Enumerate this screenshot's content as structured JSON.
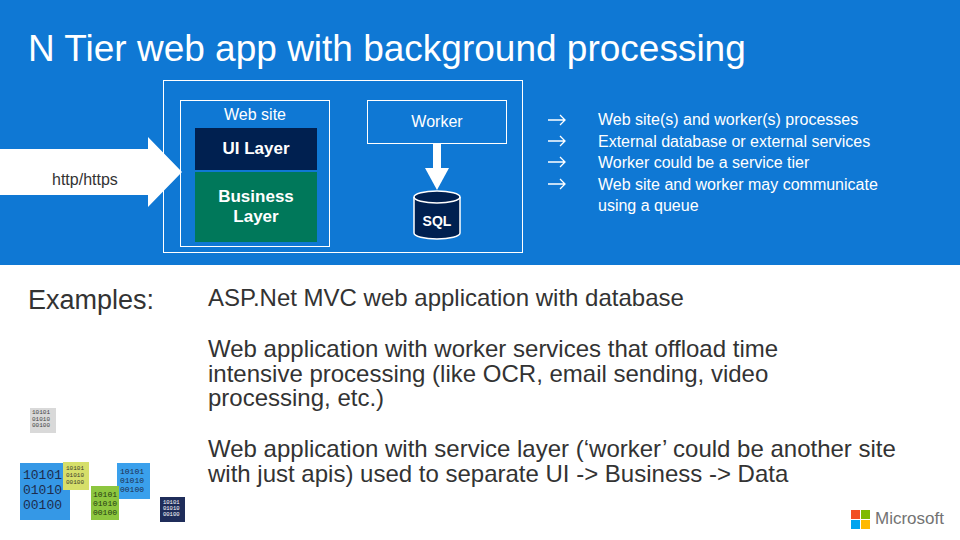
{
  "diagram": {
    "title": "N Tier web app with background processing",
    "nodes": [
      {
        "text": [
          "http/https"
        ]
      },
      {
        "text": [
          "Web site"
        ]
      },
      {
        "text": [
          "UI Layer"
        ],
        "in": 1
      },
      {
        "text": [
          "Business Layer"
        ],
        "in": 1
      },
      {
        "text": [
          "Worker"
        ]
      },
      {
        "text": [
          "SQL"
        ]
      }
    ],
    "edges": [
      {
        "from": 4,
        "to": 5,
        "arrow": "to"
      }
    ],
    "labels": [
      "Web site(s) and worker(s) processes",
      "External database or external services",
      "Worker could be a service tier",
      "Web site and worker may communicate using a queue",
      "Examples:",
      "ASP.Net MVC web application with database",
      "Web application with worker services that offload time intensive processing (like OCR, email sending, video processing, etc.)",
      "Web application with service layer (‘worker’ could be another site with just apis) used to separate UI -> Business -> Data",
      "10101 01010 00100",
      "10101 01010 00100",
      "10101 01010 00100",
      "10101 01010 00100",
      "10101 01010 00100",
      "10101 01010 00100",
      "Microsoft"
    ]
  }
}
